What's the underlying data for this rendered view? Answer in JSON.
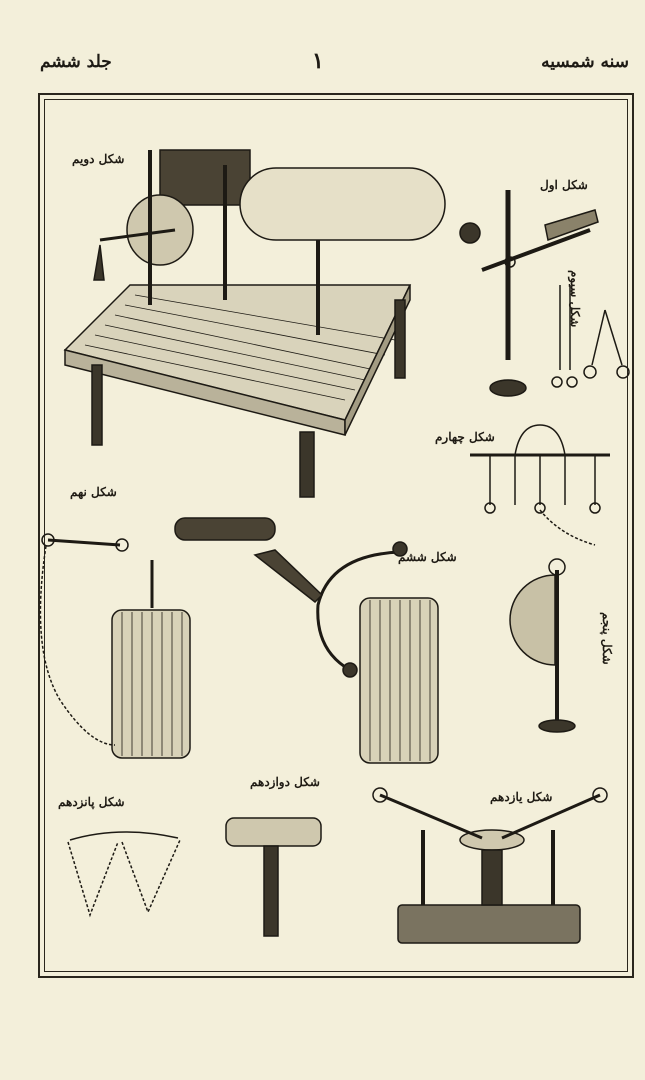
{
  "header": {
    "left": "جلد ششم",
    "center": "۱",
    "right": "سنه شمسیه"
  },
  "figures": [
    {
      "key": "fig1",
      "caption": "شکل اول"
    },
    {
      "key": "fig2",
      "caption": "شکل دویم"
    },
    {
      "key": "fig3",
      "caption": "شکل سیوم"
    },
    {
      "key": "fig4",
      "caption": "شکل چهارم"
    },
    {
      "key": "fig5",
      "caption": "شکل پنجم"
    },
    {
      "key": "fig6",
      "caption": "شکل ششم"
    },
    {
      "key": "fig9",
      "caption": "شکل نهم"
    },
    {
      "key": "fig11",
      "caption": "شکل یازدهم"
    },
    {
      "key": "fig12",
      "caption": "شکل دوازدهم"
    },
    {
      "key": "fig15",
      "caption": "شکل پانزدهم"
    }
  ]
}
